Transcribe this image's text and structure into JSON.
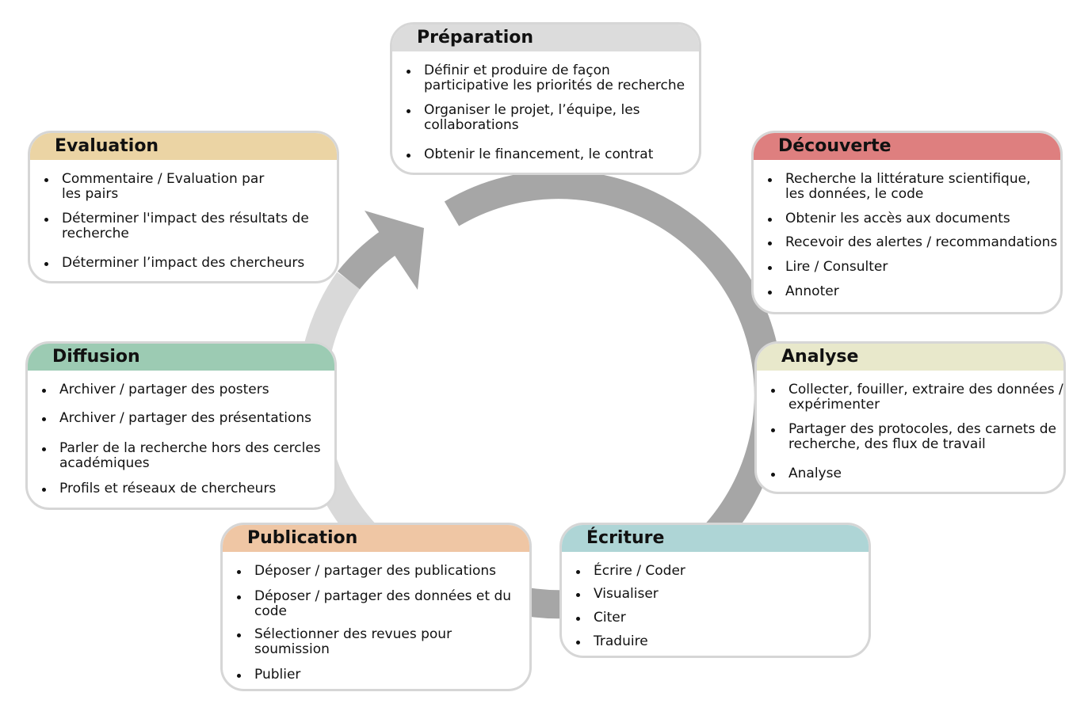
{
  "colors": {
    "arrow": "#a6a6a6",
    "arrow_light": "#d9d9d9",
    "card_border": "#d6d6d6"
  },
  "cards": {
    "preparation": {
      "title": "Préparation",
      "color": "#dcdcdc",
      "items": [
        "Définir et produire de façon\nparticipative les priorités de recherche",
        "Organiser le projet, l’équipe, les\ncollaborations",
        "Obtenir le financement, le contrat"
      ]
    },
    "decouverte": {
      "title": "Découverte",
      "color": "#de7f7f",
      "items": [
        "Recherche la littérature scientifique,\nles données, le code",
        "Obtenir les accès aux documents",
        "Recevoir des alertes / recommandations",
        "Lire / Consulter",
        "Annoter"
      ]
    },
    "analyse": {
      "title": "Analyse",
      "color": "#e8e8cb",
      "items": [
        "Collecter, fouiller, extraire des données /\nexpérimenter",
        "Partager des protocoles, des carnets de\nrecherche, des flux de travail",
        "Analyse"
      ]
    },
    "ecriture": {
      "title": "Écriture",
      "color": "#aed5d6",
      "items": [
        "Écrire / Coder",
        "Visualiser",
        "Citer",
        "Traduire"
      ]
    },
    "publication": {
      "title": "Publication",
      "color": "#efc6a4",
      "items": [
        "Déposer / partager des publications",
        "Déposer / partager des données et du\ncode",
        "Sélectionner des revues pour\nsoumission",
        "Publier"
      ]
    },
    "diffusion": {
      "title": "Diffusion",
      "color": "#9ccbb3",
      "items": [
        "Archiver / partager des posters",
        "Archiver / partager des présentations",
        "Parler de la recherche hors des cercles\nacadémiques",
        "Profils et réseaux de chercheurs"
      ]
    },
    "evaluation": {
      "title": "Evaluation",
      "color": "#ebd4a4",
      "items": [
        "Commentaire / Evaluation par\nles pairs",
        "Déterminer l'impact des résultats de\nrecherche",
        "Déterminer l’impact des chercheurs"
      ]
    }
  }
}
